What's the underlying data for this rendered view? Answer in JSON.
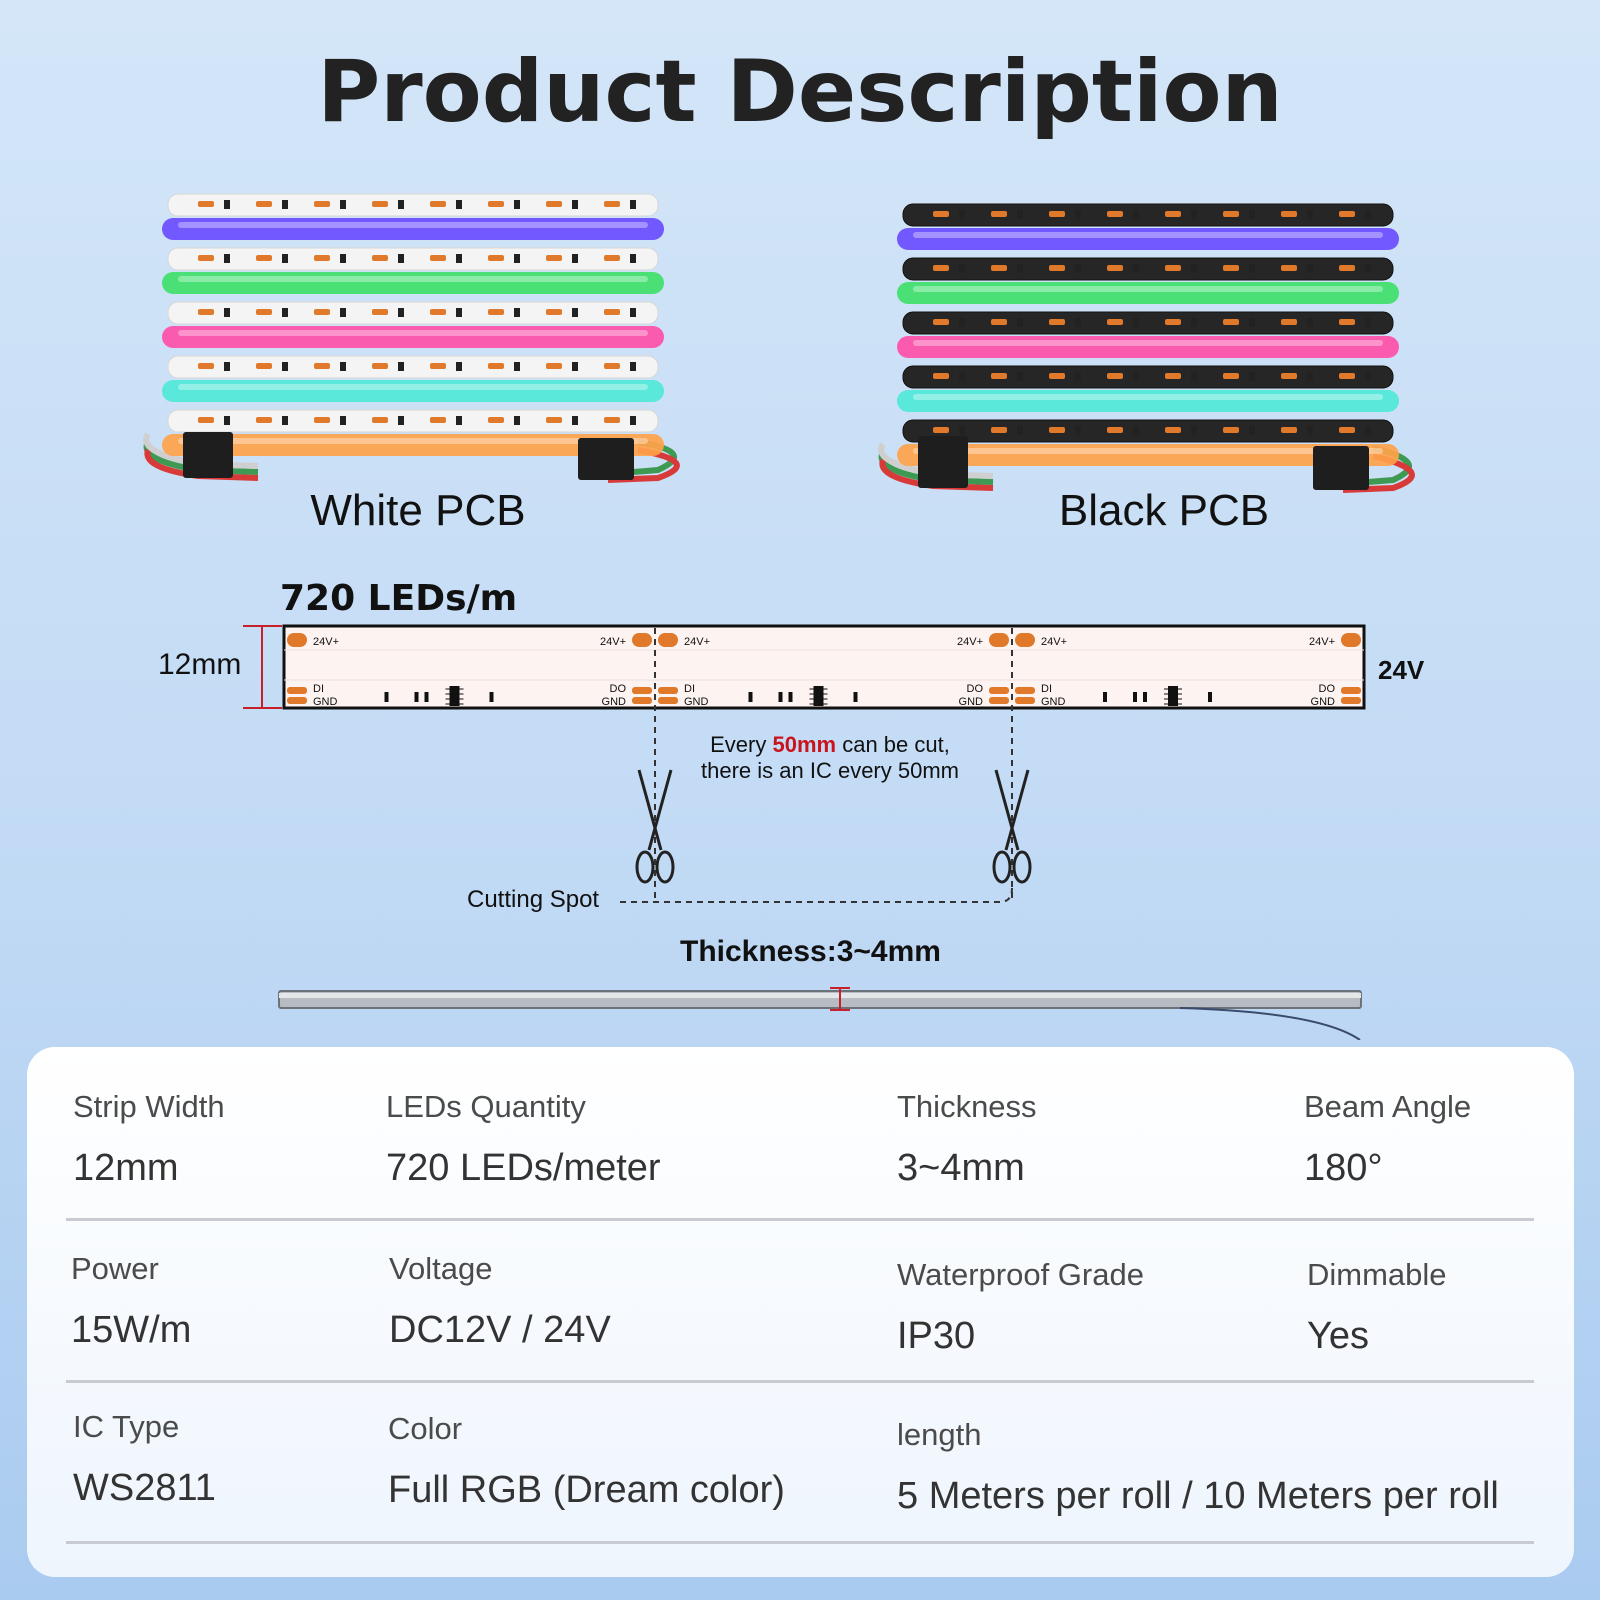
{
  "title": "Product Description",
  "variants": [
    {
      "label": "White PCB"
    },
    {
      "label": "Black PCB"
    }
  ],
  "diagram": {
    "leds_label": "720 LEDs/m",
    "width_label": "12mm",
    "voltage_label": "24V",
    "pad_top": "24V+",
    "pad_di": "DI",
    "pad_do": "DO",
    "pad_gnd": "GND",
    "cut_note_prefix": "Every",
    "cut_note_highlight": "50mm",
    "cut_note_suffix": "can be cut,",
    "cut_note_line2": "there is an IC every 50mm",
    "cutting_spot": "Cutting Spot",
    "thickness_label": "Thickness:3~4mm"
  },
  "colors": {
    "accent_red": "#c9141e",
    "pad_orange": "#e07a2a",
    "strip_glow": [
      "#6a4cff",
      "#3fe06a",
      "#ff4fa8",
      "#4fe8d6",
      "#ffa24a"
    ]
  },
  "specs": [
    [
      {
        "label": "Strip Width",
        "value": "12mm"
      },
      {
        "label": "LEDs Quantity",
        "value": "720 LEDs/meter"
      },
      {
        "label": "Thickness",
        "value": "3~4mm"
      },
      {
        "label": "Beam Angle",
        "value": "180°"
      }
    ],
    [
      {
        "label": "Power",
        "value": "15W/m"
      },
      {
        "label": "Voltage",
        "value": "DC12V / 24V"
      },
      {
        "label": "Waterproof Grade",
        "value": "IP30"
      },
      {
        "label": "Dimmable",
        "value": "Yes"
      }
    ],
    [
      {
        "label": "IC Type",
        "value": "WS2811"
      },
      {
        "label": "Color",
        "value": "Full RGB (Dream color)"
      },
      {
        "label": "length",
        "value": "5 Meters per roll / 10 Meters per roll"
      }
    ]
  ]
}
